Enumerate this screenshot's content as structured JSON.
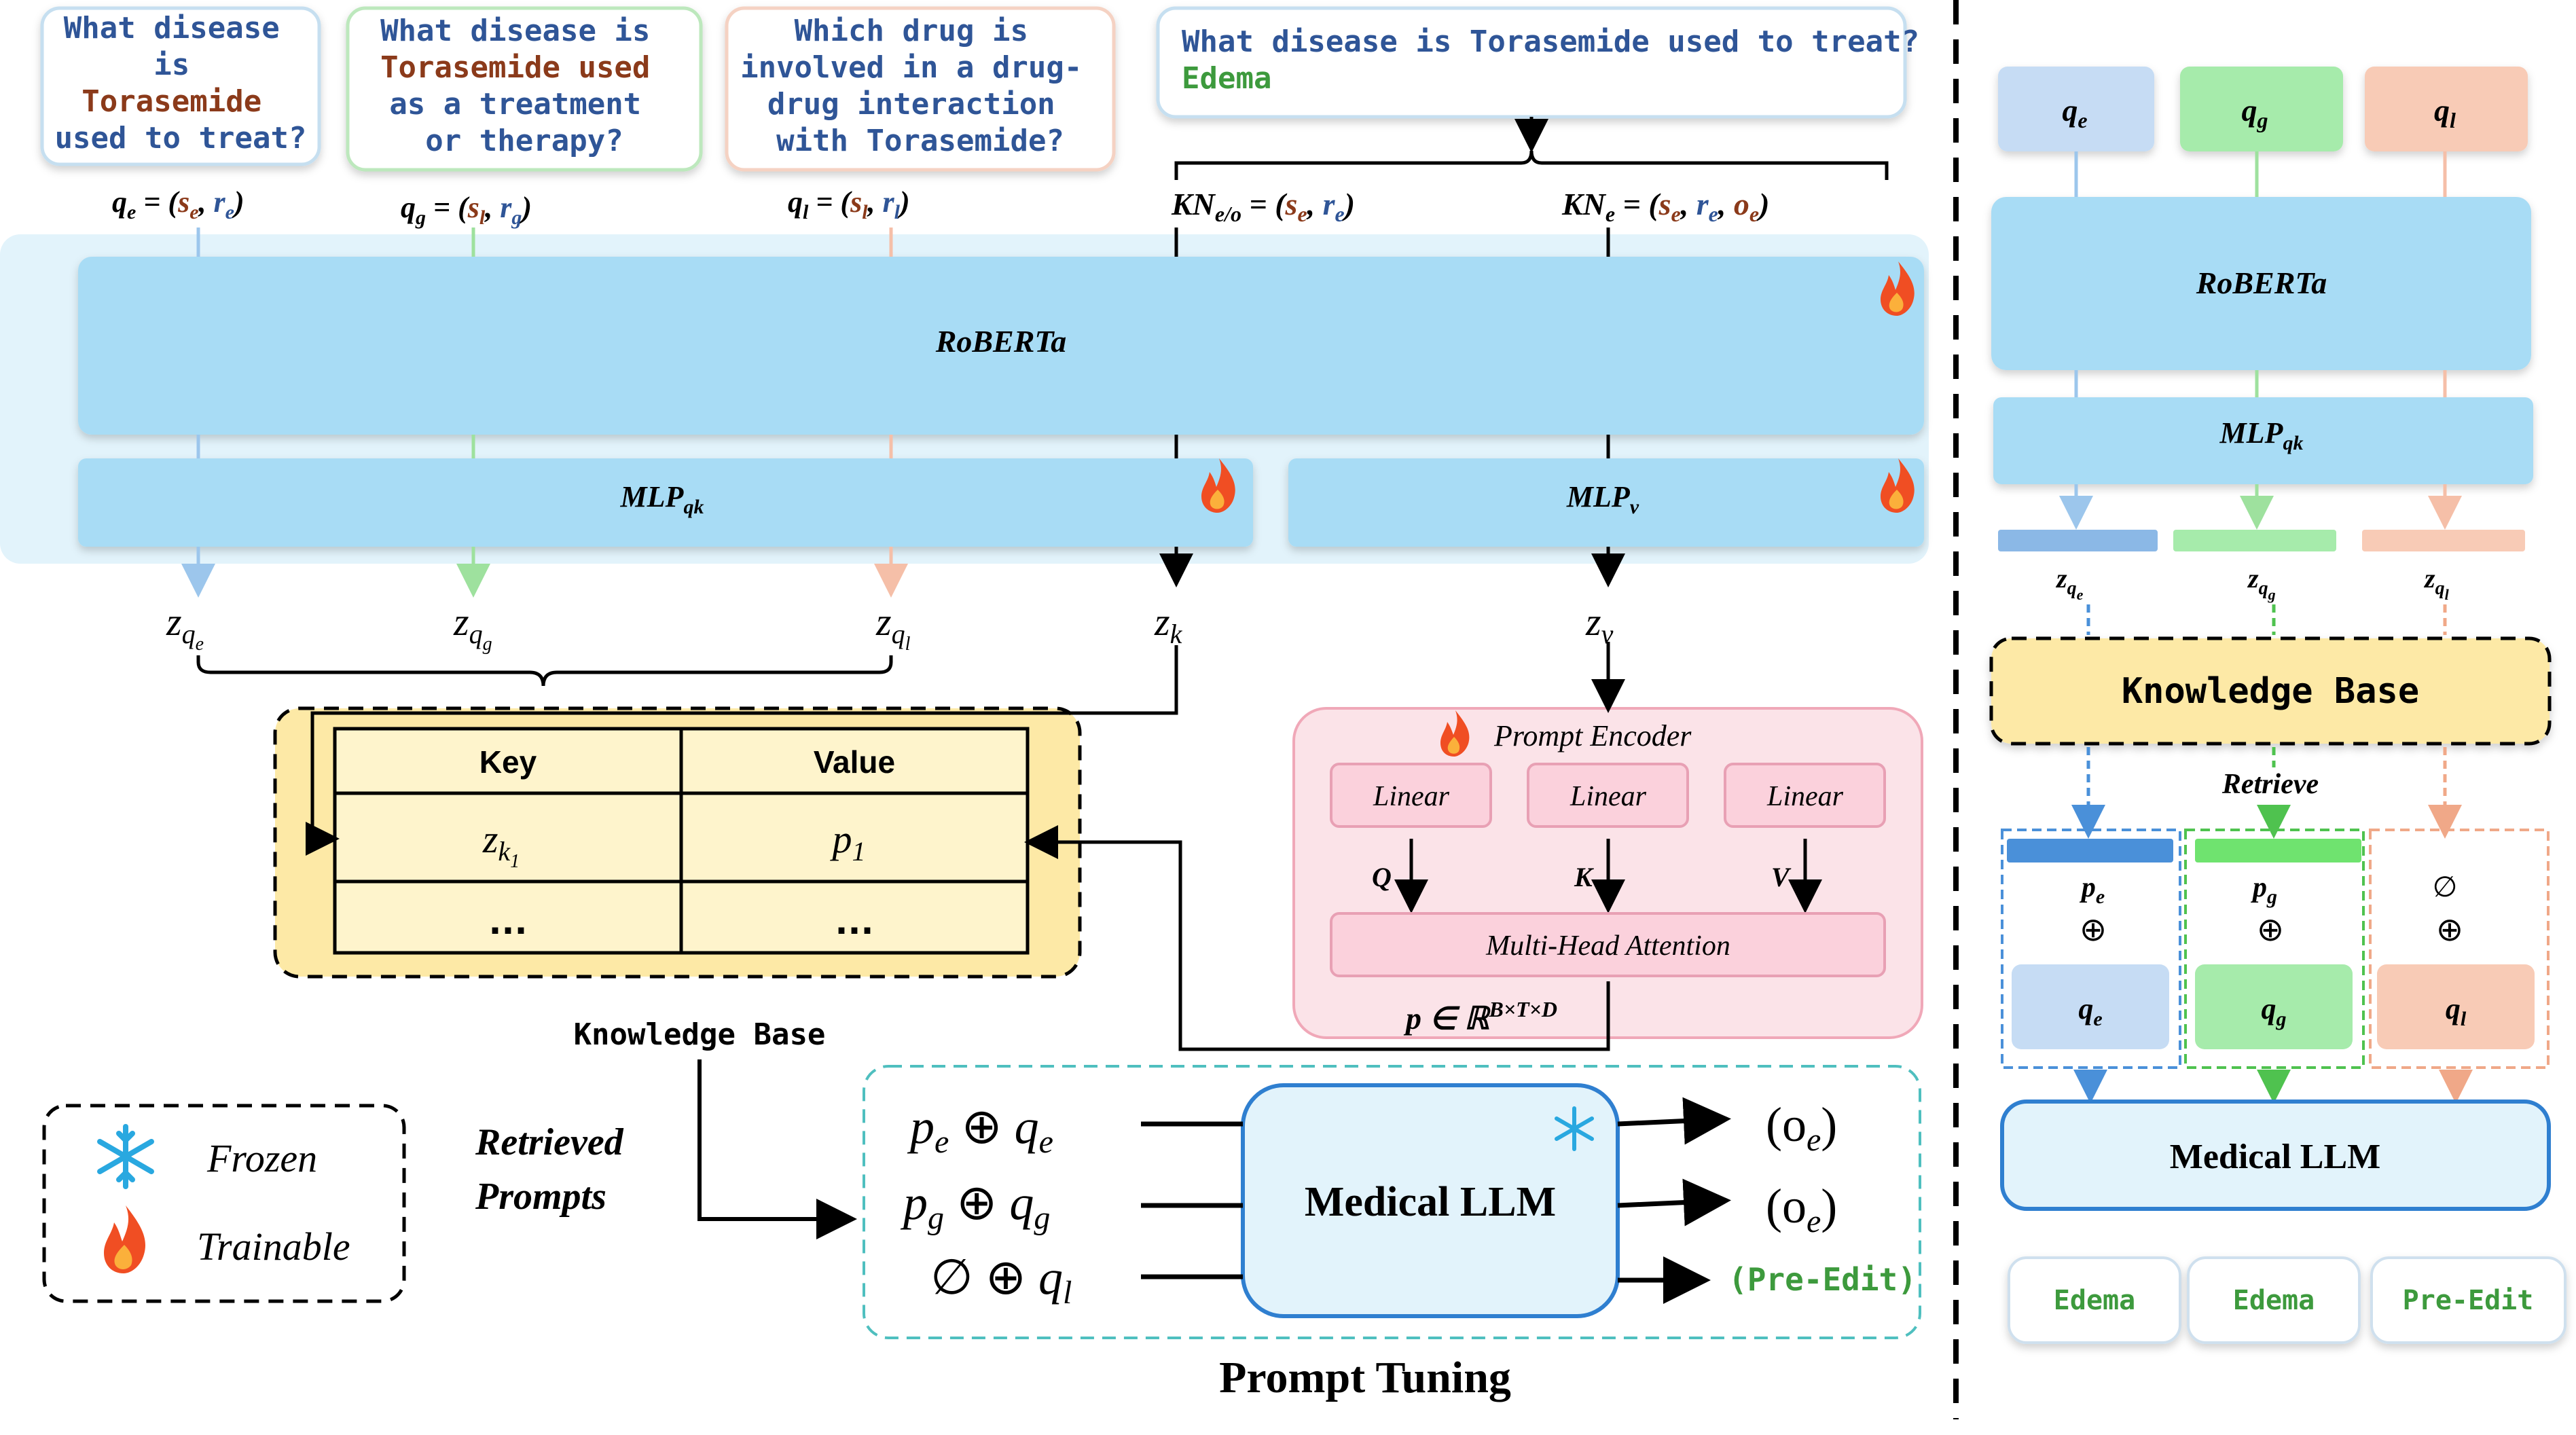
{
  "questions": {
    "q1": [
      "What disease",
      "is",
      "Torasemide",
      "used to treat?"
    ],
    "q2": [
      "What disease is",
      "Torasemide used",
      "as a treatment",
      "or therapy?"
    ],
    "q3": [
      "Which drug is",
      "involved in a drug-",
      "drug interaction",
      "with Torasemide?"
    ],
    "q4_line1": "What disease is Torasemide used to treat?",
    "q4_answer": "Edema"
  },
  "query_labels": {
    "qe": "q",
    "qe_sub": "e",
    "qg": "q",
    "qg_sub": "g",
    "ql": "q",
    "ql_sub": "l",
    "kn_eo": "KN",
    "kn_eo_sub": "e/o",
    "kn_e": "KN",
    "kn_e_sub": "e",
    "eq": "=",
    "s": "s",
    "r": "r",
    "o": "o"
  },
  "encoder": {
    "roberta": "RoBERTa",
    "mlp_qk": "MLP",
    "mlp_qk_sub": "qk",
    "mlp_v": "MLP",
    "mlp_v_sub": "v"
  },
  "z_labels": {
    "z": "z",
    "zk_sub": "k",
    "zv_sub": "v"
  },
  "table": {
    "header_key": "Key",
    "header_value": "Value",
    "row1_key": "z",
    "row1_key_sub": "k",
    "row1_key_subsub": "1",
    "row1_value": "p",
    "row1_value_sub": "1",
    "row2_key": "...",
    "row2_value": "..."
  },
  "knowledge_base_label": "Knowledge Base",
  "retrieved_prompts": [
    "Retrieved",
    "Prompts"
  ],
  "legend": {
    "frozen": "Frozen",
    "trainable": "Trainable"
  },
  "prompt_encoder": {
    "title": "Prompt Encoder",
    "linear": "Linear",
    "q": "Q",
    "k": "K",
    "v": "V",
    "mha": "Multi-Head Attention",
    "output": "p ∈ ℝ",
    "output_sup": "B×T×D"
  },
  "prompt_tuning": {
    "title": "Prompt Tuning",
    "llm": "Medical LLM",
    "oplus": "⊕",
    "empty": "∅",
    "out1": "(o",
    "out2": "(o",
    "out3": "(Pre-Edit)",
    "p": "p"
  },
  "right_panel": {
    "roberta": "RoBERTa",
    "mlp": "MLP",
    "mlp_sub": "qk",
    "kb": "Knowledge Base",
    "retrieve": "Retrieve",
    "llm": "Medical LLM",
    "out1": "Edema",
    "out2": "Edema",
    "out3": "Pre-Edit",
    "empty": "∅",
    "oplus": "⊕"
  },
  "colors": {
    "blue_main": "#a8dcf5",
    "blue_light": "#e2f3fb",
    "green": "#3d9a3d",
    "brown": "#8b3a1a",
    "navy": "#2f5597",
    "kb_yellow": "#fde9a6",
    "pink": "#fbe3e8",
    "teal_dashed": "#4fbfbf"
  }
}
